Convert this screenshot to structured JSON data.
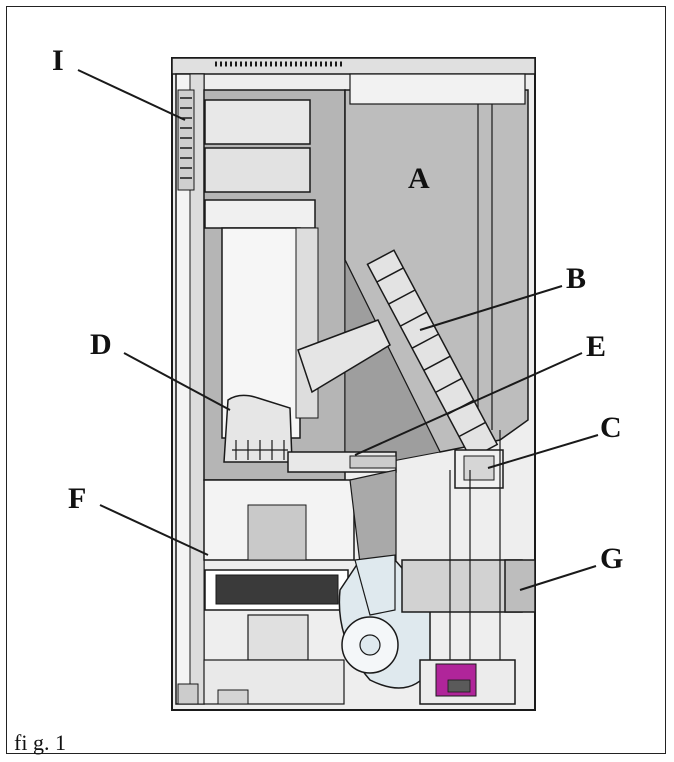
{
  "figure": {
    "caption": "fi g. 1",
    "labels": {
      "A": "A",
      "B": "B",
      "C": "C",
      "D": "D",
      "E": "E",
      "F": "F",
      "G": "G",
      "I": "I"
    }
  },
  "colors": {
    "outline": "#1a1a1a",
    "body_gray": "#9b9b9b",
    "light_gray": "#d9d9d9",
    "panel_gray": "#c2c2c2",
    "hopper_gray": "#b8b8b8",
    "accent_magenta": "#b0259a"
  }
}
